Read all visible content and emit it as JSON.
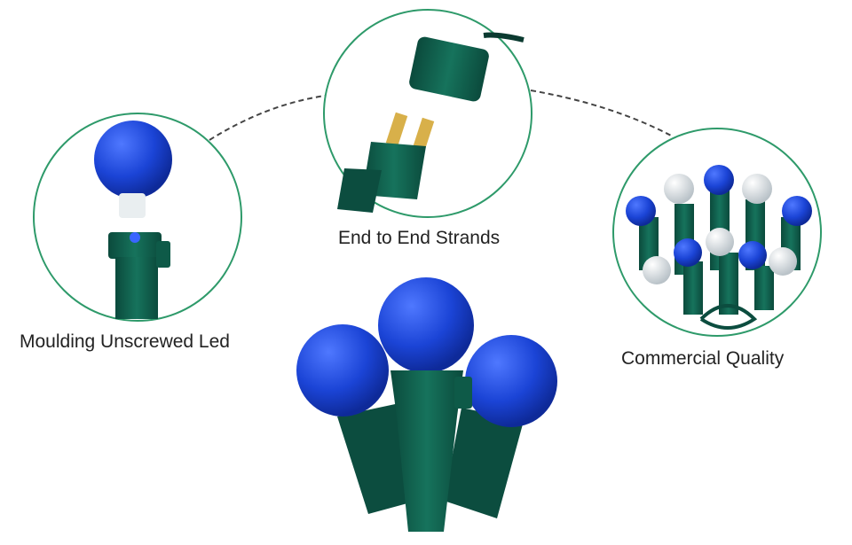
{
  "features": [
    {
      "label": "Moulding Unscrewed Led"
    },
    {
      "label": "End to End Strands"
    },
    {
      "label": "Commercial Quality"
    }
  ],
  "colors": {
    "circle": "#2e9a6a",
    "bulb": "#1b44d6",
    "socket": "#0f5a4a",
    "white_bulb": "#e8ecef"
  }
}
